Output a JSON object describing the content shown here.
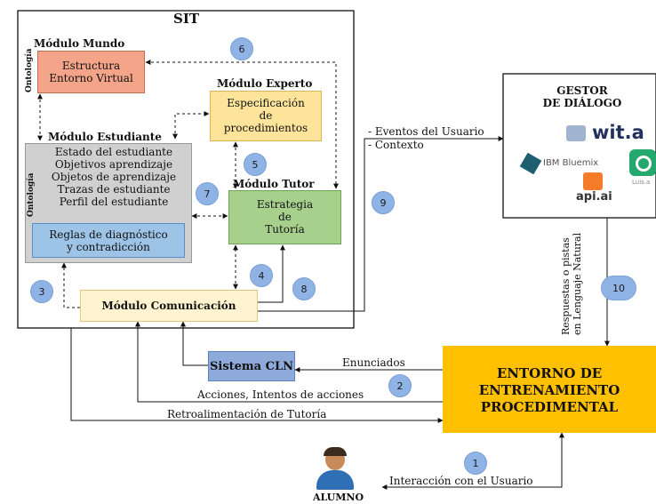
{
  "sit": {
    "title": "SIT"
  },
  "mundo": {
    "header": "Módulo Mundo",
    "lines": [
      "Estructura",
      "Entorno Virtual"
    ],
    "side": "Ontología"
  },
  "experto": {
    "header": "Módulo Experto",
    "lines": [
      "Especificación",
      "de",
      "procedimientos"
    ]
  },
  "estudiante": {
    "header": "Módulo Estudiante",
    "side": "Ontología",
    "lines": [
      "Estado del estudiante",
      "Objetivos aprendizaje",
      "Objetos de aprendizaje",
      "Trazas de estudiante",
      "Perfil del estudiante"
    ],
    "reglas": [
      "Reglas de diagnóstico",
      "y contradicción"
    ]
  },
  "tutor": {
    "header": "Módulo Tutor",
    "lines": [
      "Estrategia",
      "de",
      "Tutoría"
    ]
  },
  "comunicacion": {
    "label": "Módulo Comunicación"
  },
  "gestor": {
    "title": [
      "GESTOR",
      "DE DIÁLOGO"
    ],
    "logos": {
      "wit": "wit.a",
      "bluemix": "IBM Bluemix",
      "apiai": "api.ai",
      "luis": "Luis.a"
    }
  },
  "cln": {
    "label": "Sistema CLN"
  },
  "entorno": {
    "lines": [
      "ENTORNO DE",
      "ENTRENAMIENTO",
      "PROCEDIMENTAL"
    ]
  },
  "alumno": {
    "label": "ALUMNO"
  },
  "labels": {
    "eventos": "- Eventos del Usuario",
    "contexto": "- Contexto",
    "respuestas": [
      "Respuestas o pistas",
      "en Lenguaje Natural"
    ],
    "enunciados": "Enunciados",
    "acciones": "Acciones, Intentos de acciones",
    "retro": "Retroalimentación de Tutoría",
    "interaccion": "Interacción con el Usuario"
  },
  "numbers": [
    "1",
    "2",
    "3",
    "4",
    "5",
    "6",
    "7",
    "8",
    "9",
    "10"
  ],
  "colors": {
    "mundo": "#f4a489",
    "experto": "#fde49a",
    "estudiante": "#d0d0d0",
    "tutor": "#a8d08d",
    "reglas": "#9dc3e6",
    "comunicacion": "#fff4cf",
    "cln": "#8eaadb",
    "entorno": "#ffc000",
    "circle": "#8fb3e4"
  }
}
